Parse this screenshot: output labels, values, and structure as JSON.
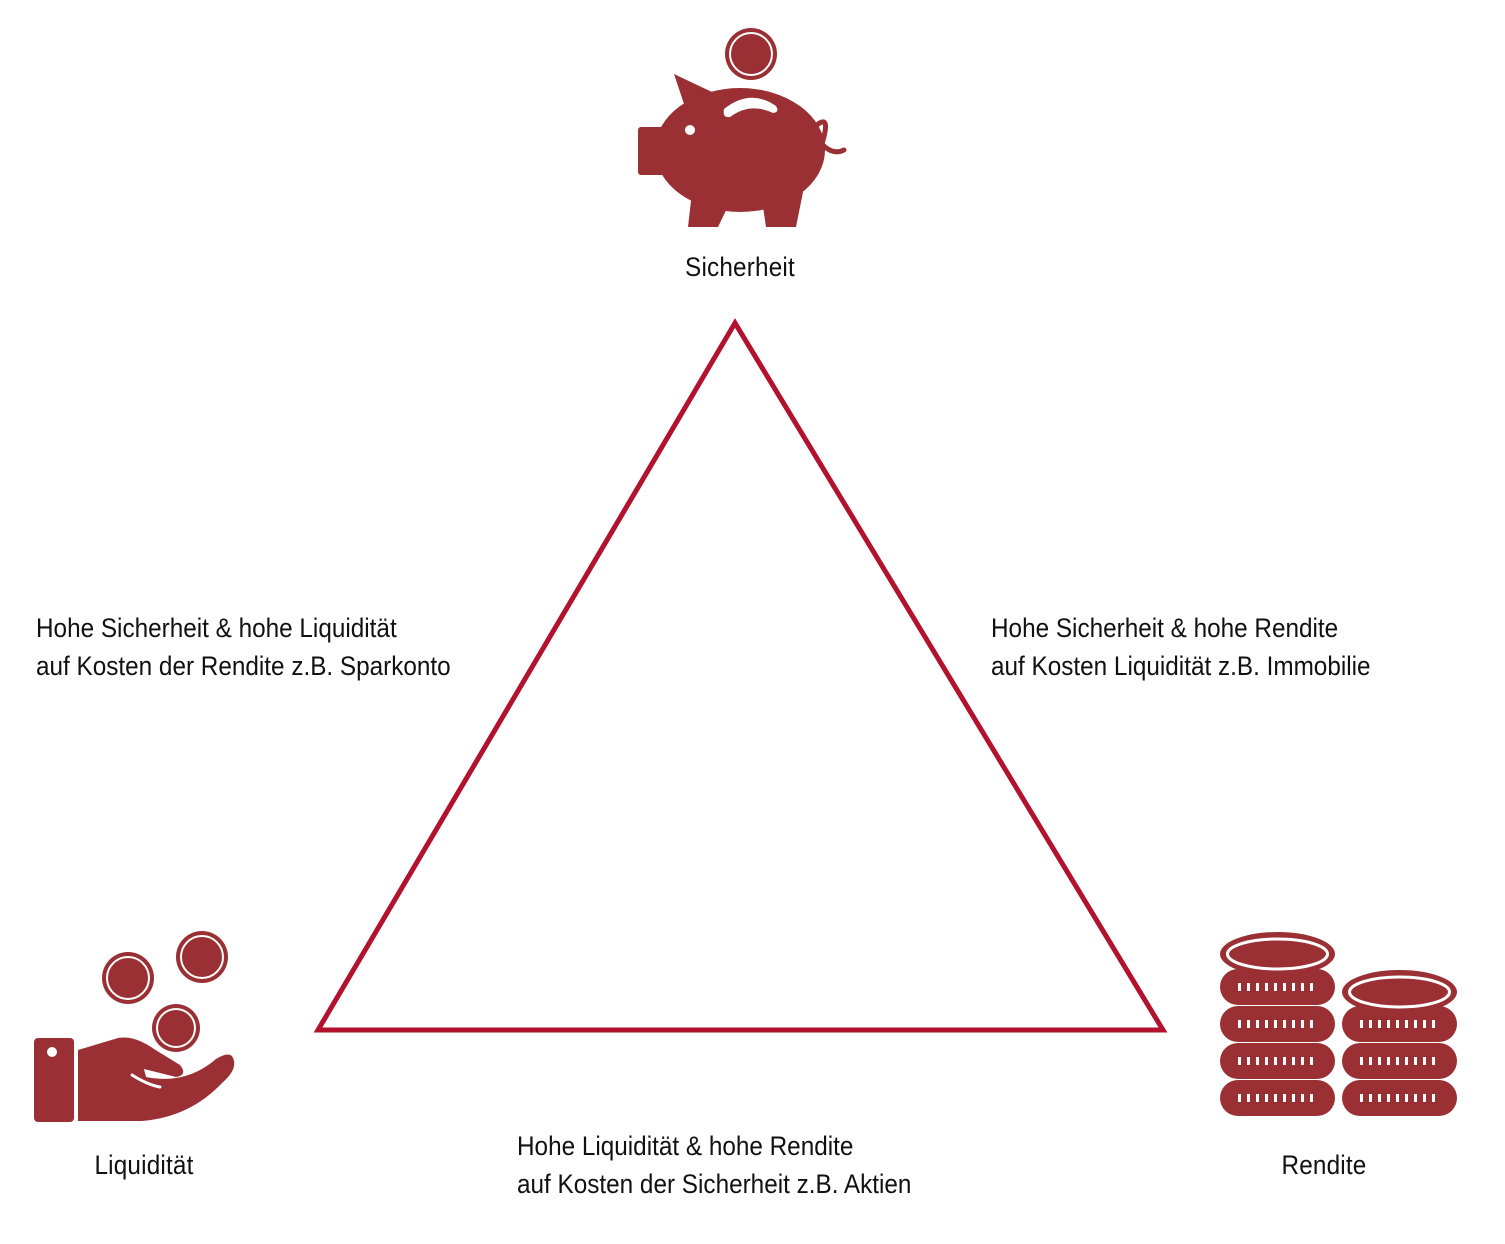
{
  "colors": {
    "accent": "#9a3033",
    "triangle": "#b3122e",
    "text": "#111111"
  },
  "vertices": {
    "top": {
      "label": "Sicherheit",
      "icon": "piggy-bank-icon"
    },
    "left": {
      "label": "Liquidität",
      "icon": "hand-with-coins-icon"
    },
    "right": {
      "label": "Rendite",
      "icon": "coin-stacks-icon"
    }
  },
  "edges": {
    "left": {
      "title": "Hohe Sicherheit & hohe Liquidität",
      "subtitle": "auf Kosten der Rendite z.B. Sparkonto"
    },
    "right": {
      "title": "Hohe Sicherheit & hohe Rendite",
      "subtitle": "auf Kosten Liquidität z.B. Immobilie"
    },
    "bottom": {
      "title": "Hohe Liquidität & hohe Rendite",
      "subtitle": "auf Kosten der Sicherheit z.B. Aktien"
    }
  }
}
